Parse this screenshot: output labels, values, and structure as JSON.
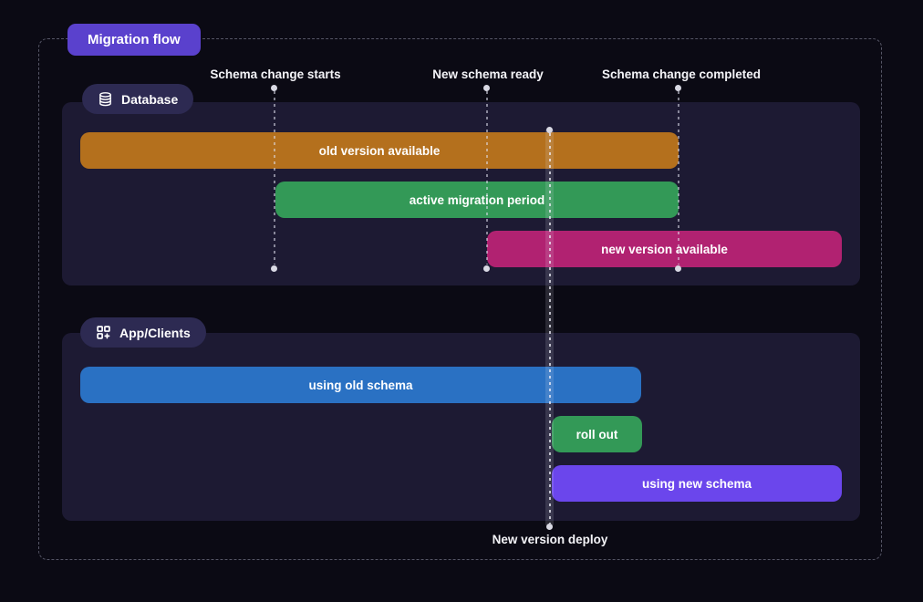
{
  "title": "Migration flow",
  "milestones": [
    {
      "label": "Schema change starts"
    },
    {
      "label": "New schema ready"
    },
    {
      "label": "Schema change completed"
    }
  ],
  "deploy_marker": {
    "label": "New version deploy"
  },
  "lanes": [
    {
      "name": "Database",
      "icon": "database-icon",
      "bars": [
        {
          "label": "old version available",
          "color": "#b4701d",
          "from": "start",
          "to": "Schema change completed"
        },
        {
          "label": "active migration period",
          "color": "#339957",
          "from": "Schema change starts",
          "to": "Schema change completed"
        },
        {
          "label": "new version available",
          "color": "#b12271",
          "from": "New schema ready",
          "to": "end"
        }
      ]
    },
    {
      "name": "App/Clients",
      "icon": "apps-plus-icon",
      "bars": [
        {
          "label": "using old schema",
          "color": "#2a71c3",
          "from": "start",
          "to": "New version deploy"
        },
        {
          "label": "roll out",
          "color": "#339957",
          "from": "New version deploy",
          "to": "short"
        },
        {
          "label": "using new schema",
          "color": "#6b46ec",
          "from": "New version deploy",
          "to": "end"
        }
      ]
    }
  ],
  "colors": {
    "badge": "#5a41cd",
    "panel": "#1d1a33",
    "pill": "#2d2a52",
    "background": "#0b0a14"
  }
}
